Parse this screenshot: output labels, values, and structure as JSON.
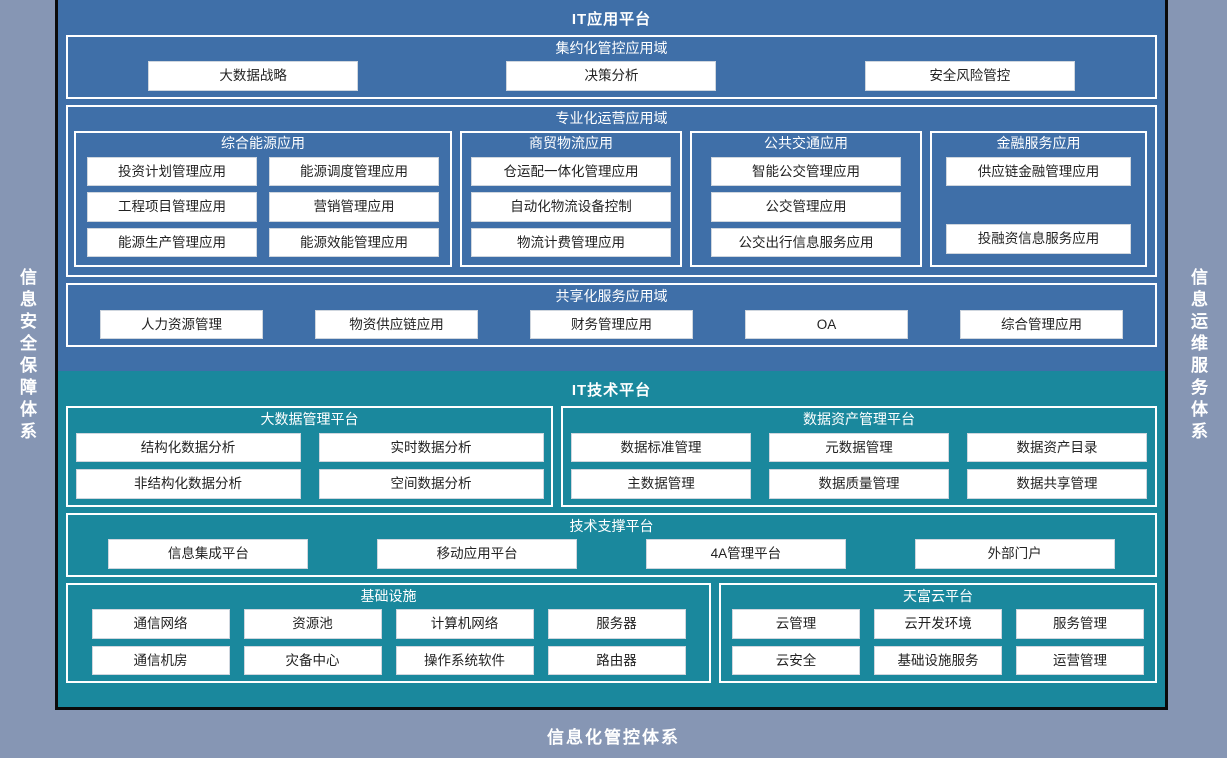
{
  "left_band": {
    "label": "信息安全保障体系"
  },
  "right_band": {
    "label": "信息运维服务体系"
  },
  "bottom_band": {
    "label": "信息化管控体系"
  },
  "colors": {
    "app_platform": "#3f6fa8",
    "tech_platform": "#1a889d",
    "band": "#8696b4",
    "chip": "#ffffff",
    "border": "#ffffff",
    "outline": "#0a0a0a"
  },
  "app_platform": {
    "title": "IT应用平台",
    "domains": [
      {
        "title": "集约化管控应用域",
        "items": [
          "大数据战略",
          "决策分析",
          "安全风险管控"
        ]
      },
      {
        "title": "专业化运营应用域",
        "subgroups": [
          {
            "title": "综合能源应用",
            "rows": [
              [
                "投资计划管理应用",
                "能源调度管理应用"
              ],
              [
                "工程项目管理应用",
                "营销管理应用"
              ],
              [
                "能源生产管理应用",
                "能源效能管理应用"
              ]
            ]
          },
          {
            "title": "商贸物流应用",
            "rows": [
              [
                "仓运配一体化管理应用"
              ],
              [
                "自动化物流设备控制"
              ],
              [
                "物流计费管理应用"
              ]
            ]
          },
          {
            "title": "公共交通应用",
            "rows": [
              [
                "智能公交管理应用"
              ],
              [
                "公交管理应用"
              ],
              [
                "公交出行信息服务应用"
              ]
            ]
          },
          {
            "title": "金融服务应用",
            "rows": [
              [
                "供应链金融管理应用"
              ],
              [
                ""
              ],
              [
                "投融资信息服务应用"
              ]
            ]
          }
        ]
      },
      {
        "title": "共享化服务应用域",
        "items": [
          "人力资源管理",
          "物资供应链应用",
          "财务管理应用",
          "OA",
          "综合管理应用"
        ]
      }
    ]
  },
  "tech_platform": {
    "title": "IT技术平台",
    "groups": [
      {
        "title": "大数据管理平台",
        "rows": [
          [
            "结构化数据分析",
            "实时数据分析"
          ],
          [
            "非结构化数据分析",
            "空间数据分析"
          ]
        ]
      },
      {
        "title": "数据资产管理平台",
        "rows": [
          [
            "数据标准管理",
            "元数据管理",
            "数据资产目录"
          ],
          [
            "主数据管理",
            "数据质量管理",
            "数据共享管理"
          ]
        ]
      },
      {
        "title": "技术支撑平台",
        "items": [
          "信息集成平台",
          "移动应用平台",
          "4A管理平台",
          "外部门户"
        ]
      },
      {
        "title": "基础设施",
        "rows": [
          [
            "通信网络",
            "资源池",
            "计算机网络",
            "服务器"
          ],
          [
            "通信机房",
            "灾备中心",
            "操作系统软件",
            "路由器"
          ]
        ]
      },
      {
        "title": "天富云平台",
        "rows": [
          [
            "云管理",
            "云开发环境",
            "服务管理"
          ],
          [
            "云安全",
            "基础设施服务",
            "运营管理"
          ]
        ]
      }
    ]
  }
}
